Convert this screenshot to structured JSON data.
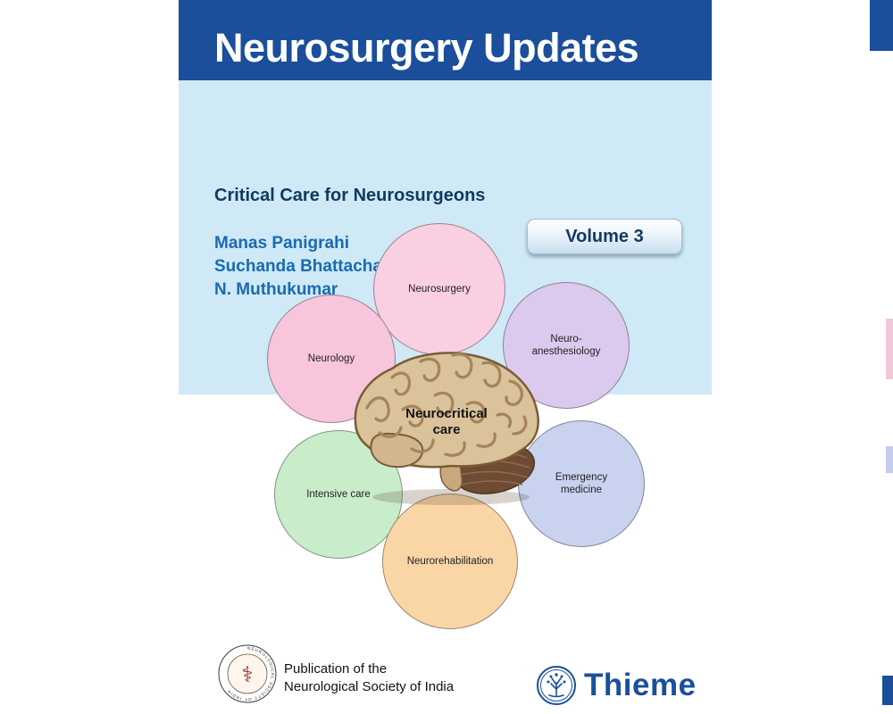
{
  "cover": {
    "title": "Neurosurgery Updates",
    "subtitle": "Critical Care for Neurosurgeons",
    "authors": [
      "Manas Panigrahi",
      "Suchanda Bhattacharjee",
      "N. Muthukumar"
    ],
    "volume_badge": "Volume 3",
    "colors": {
      "header_band": "#1b4e9b",
      "light_band": "#cfe9f6",
      "title_text": "#ffffff",
      "subtitle_text": "#12395f",
      "author_text": "#1a6bb0",
      "brand_blue": "#1a4f9c"
    },
    "diagram": {
      "center_label": "Neurocritical care",
      "circles": [
        {
          "label": "Neurosurgery",
          "color": "#f9cfe1"
        },
        {
          "label": "Neuro-anesthesiology",
          "color": "#dccaee"
        },
        {
          "label": "Neurology",
          "color": "#f7c6dc"
        },
        {
          "label": "Emergency medicine",
          "color": "#c9d2ef"
        },
        {
          "label": "Intensive care",
          "color": "#c9ecca"
        },
        {
          "label": "Neurorehabilitation",
          "color": "#fad6a6"
        }
      ]
    },
    "footer": {
      "publication_line1": "Publication of the",
      "publication_line2": "Neurological Society of India",
      "brand": "Thieme",
      "seal_ring_text": "NEUROLOGICAL SOCIETY OF INDIA"
    }
  }
}
